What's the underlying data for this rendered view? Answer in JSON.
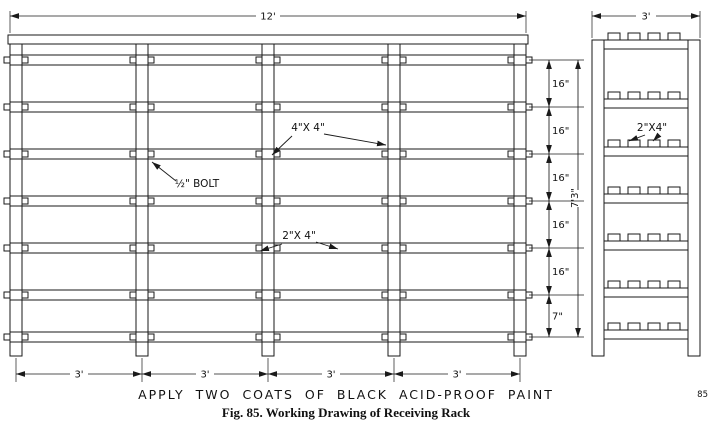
{
  "figure": {
    "caption_line1": "APPLY TWO COATS OF BLACK ACID-PROOF PAINT",
    "caption_line2": "Fig. 85.  Working Drawing of Receiving Rack",
    "page_number": "85"
  },
  "front_view": {
    "top_width_dim": "12'",
    "post_size_label": "4\"X 4\"",
    "bolt_label": "½\" BOLT",
    "rail_size_label": "2\"X 4\"",
    "bottom_dims": [
      "3'",
      "3'",
      "3'",
      "3'"
    ],
    "right_dims": [
      "16\"",
      "16\"",
      "16\"",
      "16\"",
      "16\"",
      "7\""
    ],
    "overall_height_dim": "7'3\""
  },
  "side_view": {
    "top_width_dim": "3'",
    "rail_size_label": "2\"X4\""
  }
}
